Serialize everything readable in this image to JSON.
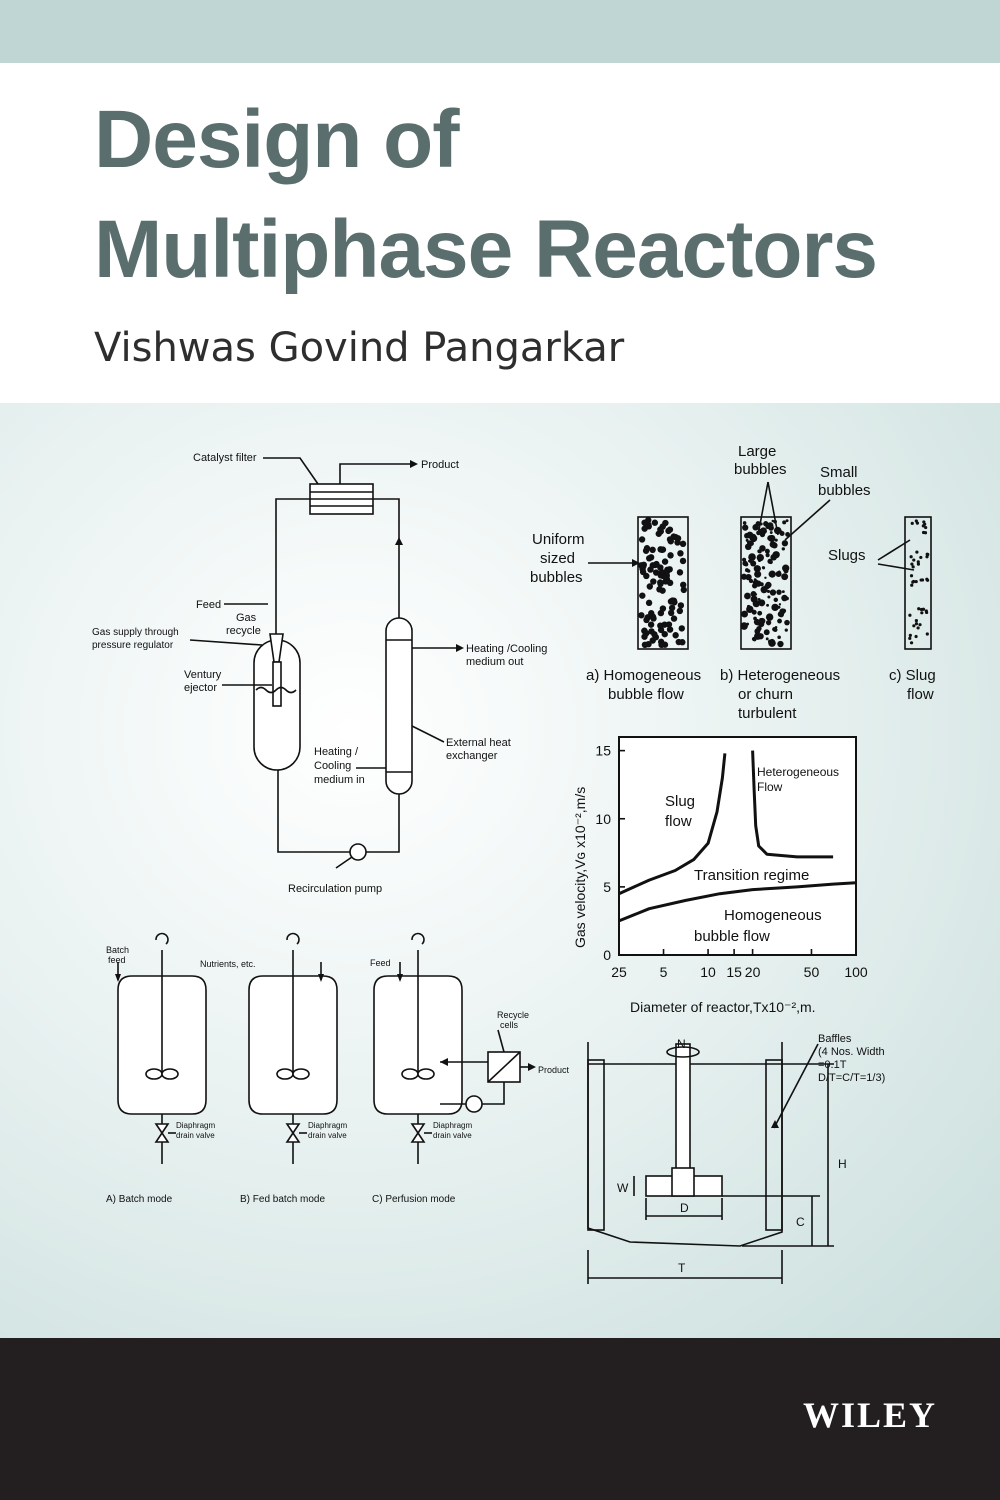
{
  "cover": {
    "title_line1": "Design of",
    "title_line2": "Multiphase Reactors",
    "author": "Vishwas Govind Pangarkar",
    "publisher": "WILEY"
  },
  "figures": {
    "loop_reactor": {
      "catalyst_filter": "Catalyst filter",
      "product": "Product",
      "feed": "Feed",
      "gas_recycle_1": "Gas",
      "gas_recycle_2": "recycle",
      "gas_supply_1": "Gas supply through",
      "gas_supply_2": "pressure regulator",
      "ventury_1": "Ventury",
      "ventury_2": "ejector",
      "hc_out_1": "Heating /Cooling",
      "hc_out_2": "medium out",
      "hc_in_1": "Heating /",
      "hc_in_2": "Cooling",
      "hc_in_3": "medium in",
      "ext_hx_1": "External heat",
      "ext_hx_2": "exchanger",
      "pump": "Recirculation pump"
    },
    "bubble_columns": {
      "large_1": "Large",
      "large_2": "bubbles",
      "small_1": "Small",
      "small_2": "bubbles",
      "uniform_1": "Uniform",
      "uniform_2": "sized",
      "uniform_3": "bubbles",
      "slugs": "Slugs",
      "cap_a_1": "a) Homogeneous",
      "cap_a_2": "bubble flow",
      "cap_b_1": "b) Heterogeneous",
      "cap_b_2": "or churn",
      "cap_b_3": "turbulent",
      "cap_c_1": "c) Slug",
      "cap_c_2": "flow"
    },
    "bioreactors": {
      "batch_feed_1": "Batch",
      "batch_feed_2": "feed",
      "nutrients": "Nutrients, etc.",
      "feed": "Feed",
      "recycle_1": "Recycle",
      "recycle_2": "cells",
      "product": "Product",
      "valve_1": "Diaphragm",
      "valve_2": "drain valve",
      "cap_a": "A) Batch mode",
      "cap_b": "B) Fed batch mode",
      "cap_c": "C) Perfusion mode"
    },
    "stirred_tank": {
      "n": "N",
      "baffles_1": "Baffles",
      "baffles_2": "(4 Nos. Width",
      "baffles_3": "=0.1T",
      "baffles_4": "D/T=C/T=1/3)",
      "h": "H",
      "w": "W",
      "d": "D",
      "c": "C",
      "t": "T"
    }
  },
  "chart_data": {
    "type": "line",
    "xlabel": "Diameter of reactor,Tx10⁻²,m.",
    "ylabel": "Gas velocity,Vɢ x10⁻²,m/s",
    "x_tick_labels": [
      "25",
      "5",
      "10",
      "15",
      "20",
      "50",
      "100"
    ],
    "x_tick_values": [
      2.5,
      5,
      10,
      15,
      20,
      50,
      100
    ],
    "y_ticks": [
      0,
      5,
      10,
      15
    ],
    "xlim": [
      2.5,
      100
    ],
    "ylim": [
      0,
      16
    ],
    "x_scale": "log",
    "region_labels": {
      "slug_1": "Slug",
      "slug_2": "flow",
      "hetero_1": "Heterogeneous",
      "hetero_2": "Flow",
      "transition": "Transition regime",
      "homo_1": "Homogeneous",
      "homo_2": "bubble flow"
    },
    "series": [
      {
        "x": [
          2.5,
          4,
          6,
          8,
          10,
          11.5,
          12.5,
          13
        ],
        "values": [
          4.5,
          5.5,
          6.2,
          7,
          8.2,
          10.5,
          13,
          14.8
        ]
      },
      {
        "x": [
          20,
          20.5,
          21,
          22,
          25,
          40,
          70
        ],
        "values": [
          15,
          12,
          9.5,
          8,
          7.4,
          7.2,
          7.2
        ]
      },
      {
        "x": [
          2.5,
          4,
          7,
          12,
          20,
          40,
          70,
          100
        ],
        "values": [
          2.5,
          3.4,
          4,
          4.5,
          4.8,
          5,
          5.2,
          5.3
        ]
      }
    ]
  }
}
